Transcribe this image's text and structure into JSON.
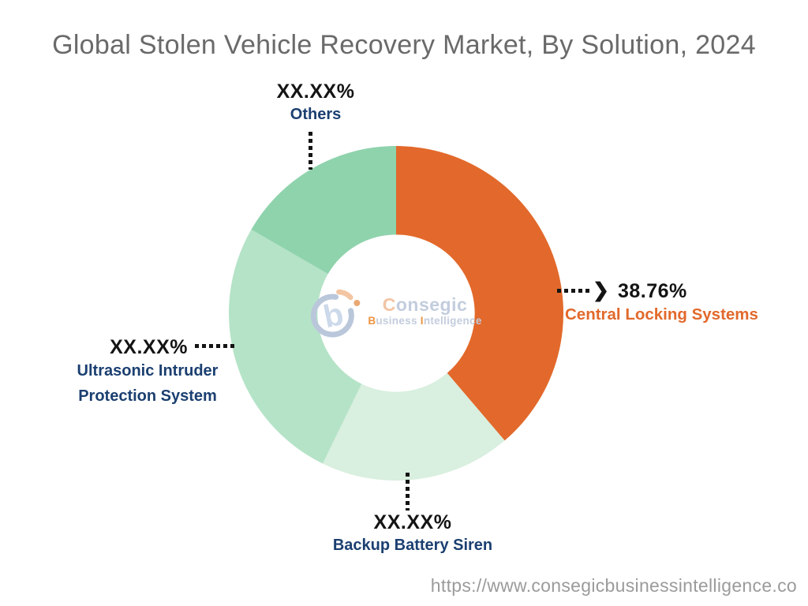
{
  "page": {
    "title": "Global Stolen Vehicle Recovery Market, By Solution, 2024",
    "source_url": "https://www.consegicbusinessintelligence.co"
  },
  "watermark": {
    "brand_initial": "C",
    "brand_rest": "onsegic",
    "sub_b": "B",
    "sub_usiness": "usiness",
    "sub_i": "I",
    "sub_ntelligence": "ntelligence"
  },
  "icons": {
    "leader_arrow_glyph": "❯"
  },
  "colors": {
    "central_locking": "#E2692B",
    "backup_battery_siren": "#D9EFDF",
    "ultrasonic": "#B5E3C7",
    "others": "#8FD3AD",
    "navy_label": "#1B3F70",
    "percent_text": "#141414",
    "title_gray": "#6A6A6A",
    "url_gray": "#9B9B9B"
  },
  "chart_data": {
    "type": "pie",
    "subtype": "donut",
    "title": "Global Stolen Vehicle Recovery Market, By Solution, 2024",
    "direction": "clockwise",
    "start_angle_deg": 0,
    "inner_radius_ratio": 0.47,
    "legend_position": "callout-labels",
    "segments": [
      {
        "label": "Central Locking Systems",
        "display_value": "38.76%",
        "value_pct": 38.76,
        "color": "#E2692B",
        "label_color": "#E2692B",
        "label_side": "right"
      },
      {
        "label": "Backup Battery Siren",
        "display_value": "XX.XX%",
        "value_pct": 18.47,
        "color": "#D9EFDF",
        "label_color": "#1B3F70",
        "label_side": "bottom"
      },
      {
        "label": "Ultrasonic Intruder Protection System",
        "display_value": "XX.XX%",
        "value_pct": 26.11,
        "color": "#B5E3C7",
        "label_color": "#1B3F70",
        "label_side": "left",
        "label_lines": [
          "Ultrasonic Intruder",
          "Protection System"
        ]
      },
      {
        "label": "Others",
        "display_value": "XX.XX%",
        "value_pct": 16.66,
        "color": "#8FD3AD",
        "label_color": "#1B3F70",
        "label_side": "top"
      }
    ]
  }
}
